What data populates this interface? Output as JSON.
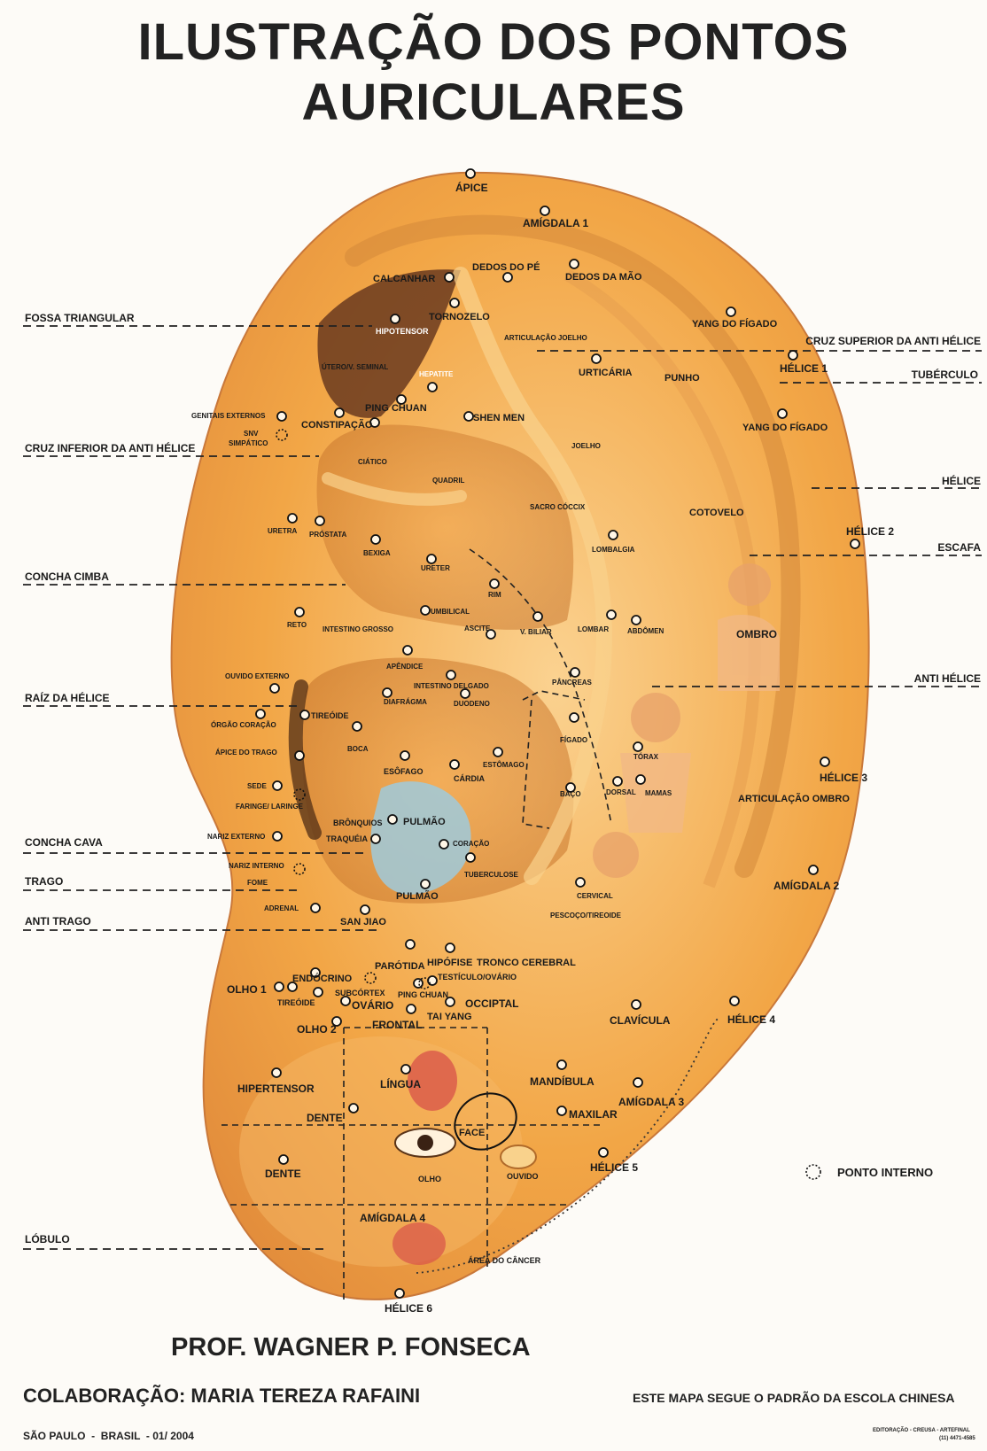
{
  "title": {
    "line1": "ILUSTRAÇÃO DOS PONTOS",
    "line2": "AURICULARES"
  },
  "side_labels": {
    "fossa_triangular": "FOSSA TRIANGULAR",
    "cruz_inferior": "CRUZ INFERIOR DA ANTI HÉLICE",
    "concha_cimba": "CONCHA CIMBA",
    "raiz_helice": "RAÍZ DA HÉLICE",
    "concha_cava": "CONCHA CAVA",
    "trago": "TRAGO",
    "anti_trago": "ANTI TRAGO",
    "lobulo": "LÓBULO",
    "cruz_superior": "CRUZ SUPERIOR DA ANTI HÉLICE",
    "tuberculo": "TUBÉRCULO",
    "helice": "HÉLICE",
    "escafa": "ESCAFA",
    "anti_helice": "ANTI HÉLICE"
  },
  "points": {
    "apice": "ÁPICE",
    "amigdala1": "AMÍGDALA 1",
    "calcanhar": "CALCANHAR",
    "dedos_pe": "DEDOS DO PÉ",
    "dedos_mao": "DEDOS DA MÃO",
    "tornozelo": "TORNOZELO",
    "hipotensor": "HIPOTENSOR",
    "yang_figado1": "YANG DO FÍGADO",
    "articulacao_joelho": "ARTICULAÇÃO JOELHO",
    "utero": "ÚTERO/V. SEMINAL",
    "hepatite": "HEPATITE",
    "urticaria": "URTICÁRIA",
    "punho": "PUNHO",
    "helice1": "HÉLICE 1",
    "genitais": "GENITAIS EXTERNOS",
    "snv": "SNV SIMPÁTICO",
    "ping_chuan1": "PING CHUAN",
    "constipacao": "CONSTIPAÇÃO",
    "shen_men": "SHEN MEN",
    "yang_figado2": "YANG DO FÍGADO",
    "joelho": "JOELHO",
    "ciatico": "CIÁTICO",
    "quadril": "QUADRIL",
    "sacro": "SACRO CÓCCIX",
    "cotovelo": "COTOVELO",
    "uretra": "URETRA",
    "prostata": "PRÓSTATA",
    "helice2": "HÉLICE 2",
    "bexiga": "BEXIGA",
    "lombalgia": "LOMBALGIA",
    "ureter": "URETER",
    "rim": "RIM",
    "umbilical": "UMBILICAL",
    "reto": "RETO",
    "intestino_grosso": "INTESTINO GROSSO",
    "ascite": "ASCITE",
    "v_biliar": "V. BILIAR",
    "lombar": "LOMBAR",
    "abdomen": "ABDÔMEN",
    "ombro": "OMBRO",
    "apendice": "APÊNDICE",
    "ouvido_externo": "OUVIDO EXTERNO",
    "intestino_delgado": "INTESTINO DELGADO",
    "pancreas": "PÂNCREAS",
    "diafragma": "DIAFRÁGMA",
    "duodeno": "DUODENO",
    "tireoide1": "TIREÓIDE",
    "orgao_coracao": "ÓRGÃO CORAÇÃO",
    "figado": "FÍGADO",
    "boca": "BOCA",
    "apice_trago": "ÁPICE DO TRAGO",
    "torax": "TÓRAX",
    "helice3": "HÉLICE 3",
    "esofago": "ESÔFAGO",
    "estomago": "ESTÔMAGO",
    "cardia": "CÁRDIA",
    "sede": "SEDE",
    "dorsal": "DORSAL",
    "mamas": "MAMAS",
    "articulacao_ombro": "ARTICULAÇÃO OMBRO",
    "baco": "BAÇO",
    "faringe": "FARINGE/ LARINGE",
    "bronquios": "BRÔNQUIOS",
    "pulmao1": "PULMÃO",
    "nariz_externo": "NARIZ EXTERNO",
    "traqueia": "TRAQUÉIA",
    "coracao": "CORAÇÃO",
    "nariz_interno": "NARIZ INTERNO",
    "tuberculose": "TUBERCULOSE",
    "fome": "FOME",
    "amigdala2": "AMÍGDALA 2",
    "cervical": "CERVICAL",
    "pulmao2": "PULMÃO",
    "adrenal": "ADRENAL",
    "pescoco": "PESCOÇO/TIREOIDE",
    "san_jiao": "SAN JIAO",
    "parotida": "PARÓTIDA",
    "hipofise": "HIPÓFISE",
    "tronco": "TRONCO CEREBRAL",
    "endocrino": "ENDÓCRINO",
    "testiculo": "TESTÍCULO/OVÁRIO",
    "olho1": "OLHO 1",
    "subcortex": "SUBCÓRTEX",
    "ping_chuan2": "PING CHUAN",
    "tireoide2": "TIREÓIDE",
    "ovario": "OVÁRIO",
    "occipital": "OCCIPTAL",
    "tai_yang": "TAI YANG",
    "olho2": "OLHO 2",
    "frontal": "FRONTAL",
    "clavicula": "CLAVÍCULA",
    "helice4": "HÉLICE 4",
    "hipertensor": "HIPERTENSOR",
    "lingua": "LÍNGUA",
    "mandibula": "MANDÍBULA",
    "amigdala3": "AMÍGDALA 3",
    "maxilar": "MAXILAR",
    "dente1": "DENTE",
    "face": "FACE",
    "olho": "OLHO",
    "ouvido": "OUVIDO",
    "helice5": "HÉLICE 5",
    "dente2": "DENTE",
    "amigdala4": "AMÍGDALA 4",
    "area_cancer": "ÁREA DO CÂNCER",
    "helice6": "HÉLICE 6"
  },
  "legend": {
    "ponto_interno": "PONTO INTERNO"
  },
  "footer": {
    "author": "PROF. WAGNER P. FONSECA",
    "colab": "COLABORAÇÃO: MARIA TEREZA RAFAINI",
    "standard": "ESTE MAPA SEGUE O PADRÃO DA ESCOLA CHINESA",
    "place": "SÃO PAULO  -  BRASIL  - 01/ 2004",
    "edit1": "EDITORAÇÃO - CREUSA - ARTEFINAL",
    "edit2": "(11) 4471-4585"
  },
  "colors": {
    "ear": "#f2a646",
    "ear_light": "#f8c97c",
    "ear_dark": "#c2702a",
    "fossa": "#6a3a1e",
    "lung": "#9fcadc",
    "ink": "#1a1a1a"
  }
}
